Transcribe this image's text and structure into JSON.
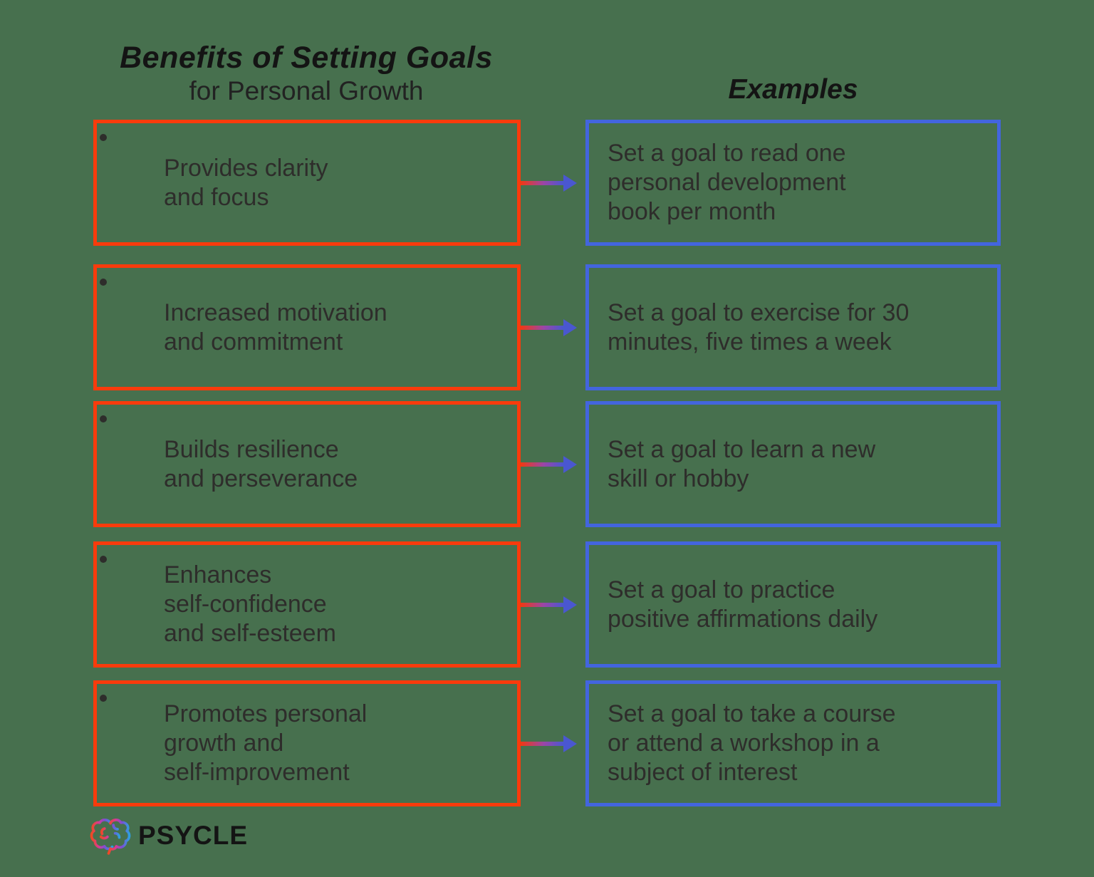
{
  "title": {
    "main": "Benefits of Setting Goals",
    "subtitle": "for Personal Growth"
  },
  "examples_header": "Examples",
  "rows": [
    {
      "benefit": "Provides clarity\nand focus",
      "example": "Set a goal to read one\npersonal development\nbook per month"
    },
    {
      "benefit": "Increased motivation\nand commitment",
      "example": "Set a goal to exercise for 30\nminutes, five times a week"
    },
    {
      "benefit": "Builds resilience\nand perseverance",
      "example": "Set a goal to learn a new\nskill or hobby"
    },
    {
      "benefit": "Enhances\nself-confidence\nand self-esteem",
      "example": "Set a goal to practice\npositive affirmations daily"
    },
    {
      "benefit": "Promotes personal\ngrowth and\nself-improvement",
      "example": "Set a goal to take a course\nor attend a workshop in a\nsubject of interest"
    }
  ],
  "logo": {
    "brand": "PSYCLE",
    "icon": "brain-icon"
  },
  "colors": {
    "background": "#47704E",
    "benefit_border": "#F93B0C",
    "example_border": "#4365DE",
    "text": "#2E2D2B",
    "arrow_gradient_start": "#F4380E",
    "arrow_gradient_end": "#4A57D0"
  }
}
